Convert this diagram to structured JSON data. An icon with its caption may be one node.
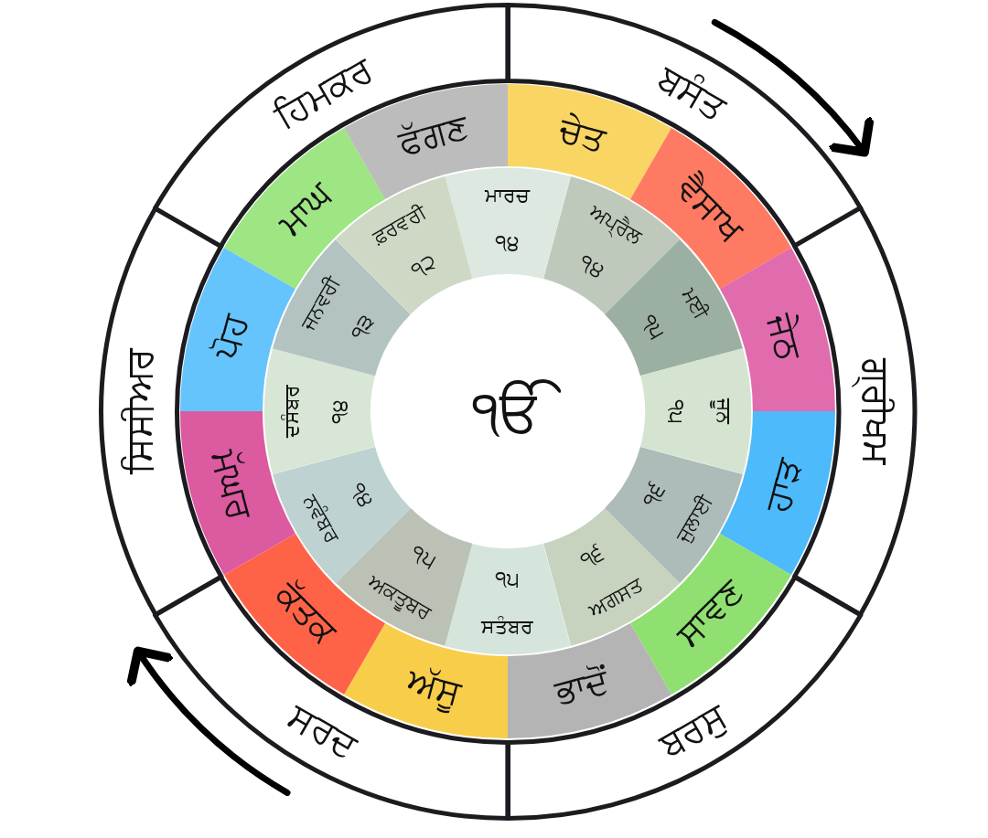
{
  "diagram": {
    "nodes": [
      {
        "text": [
          "ਬਸੰਤ"
        ]
      },
      {
        "text": [
          "ਗ੍ਰੀਖਮ"
        ]
      },
      {
        "text": [
          "ਬਰਸੁ"
        ]
      },
      {
        "text": [
          "ਸਰਦ"
        ]
      },
      {
        "text": [
          "ਸਿਸੀਅਰ"
        ]
      },
      {
        "text": [
          "ਹਿਮਕਰ"
        ]
      },
      {
        "text": [
          "ਚੇਤ"
        ]
      },
      {
        "text": [
          "ਵੈਸਾਖ"
        ]
      },
      {
        "text": [
          "ਜੇਠ"
        ]
      },
      {
        "text": [
          "ਹਾੜ"
        ]
      },
      {
        "text": [
          "ਸਾਵਣ"
        ]
      },
      {
        "text": [
          "ਭਾਦੋਂ"
        ]
      },
      {
        "text": [
          "ਅੱਸੂ"
        ]
      },
      {
        "text": [
          "ਕੱਤਕ"
        ]
      },
      {
        "text": [
          "ਮੱਘਰ"
        ]
      },
      {
        "text": [
          "ਪੋਹ"
        ]
      },
      {
        "text": [
          "ਮਾਘ"
        ]
      },
      {
        "text": [
          "ਫੱਗਣ"
        ]
      },
      {
        "text": [
          "ਮਾਰਚ",
          "੧੪"
        ]
      },
      {
        "text": [
          "ਅਪ੍ਰੈਲ",
          "੧੪"
        ]
      },
      {
        "text": [
          "ਮਈ",
          "੧੫"
        ]
      },
      {
        "text": [
          "ਜੂਨ",
          "੧੫"
        ]
      },
      {
        "text": [
          "ਜੁਲਾਈ",
          "੧੬"
        ]
      },
      {
        "text": [
          "੧੬",
          "ਅਗਸਤ"
        ]
      },
      {
        "text": [
          "੧੫",
          "ਸਤੰਬਰ"
        ]
      },
      {
        "text": [
          "੧੫",
          "ਅਕਤੂਬਰ"
        ]
      },
      {
        "text": [
          "ਨਵੰਬਰ",
          "੧੪"
        ]
      },
      {
        "text": [
          "ਦਸੰਬਰ",
          "੧੪"
        ]
      },
      {
        "text": [
          "ਜਨਵਰੀ",
          "੧੩"
        ]
      },
      {
        "text": [
          "ਫ਼ਰਵਰੀ",
          "੧੨"
        ]
      },
      {
        "text": [
          "ੴ"
        ]
      }
    ]
  }
}
